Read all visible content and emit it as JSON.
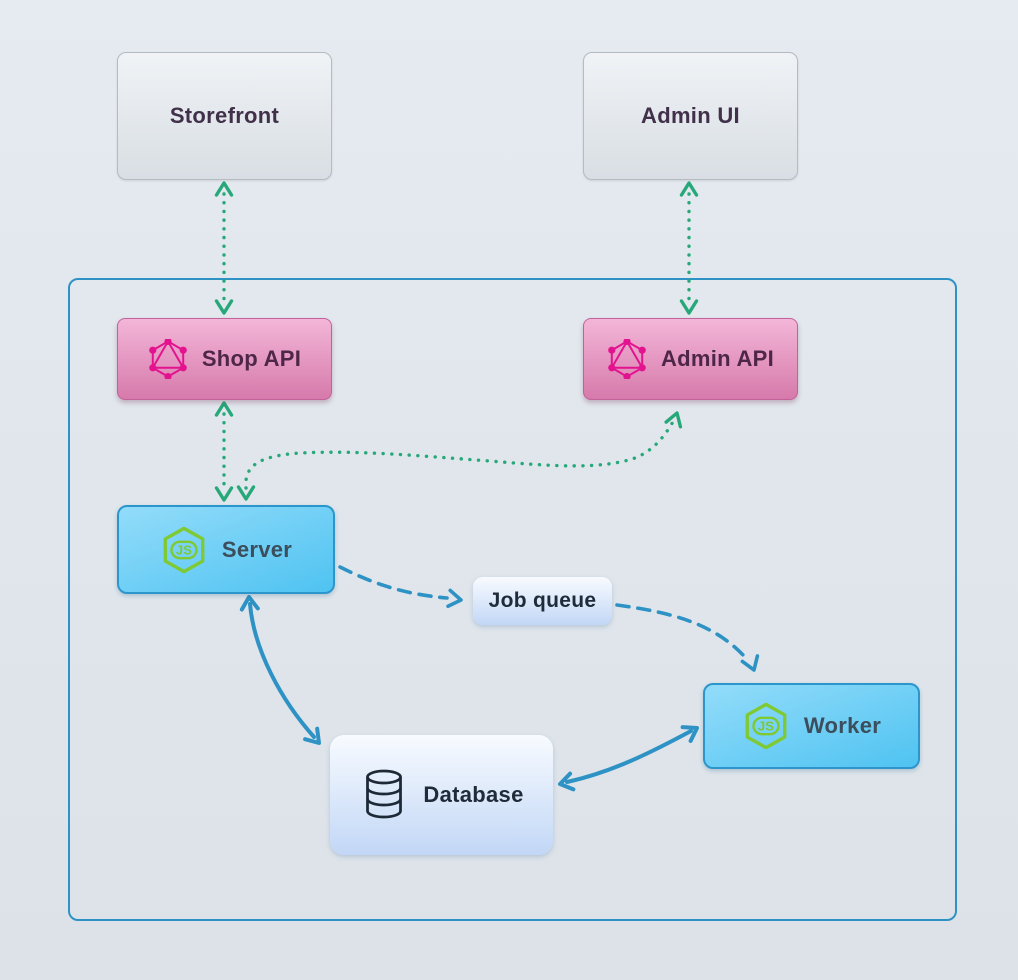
{
  "diagram": {
    "nodes": {
      "storefront": {
        "label": "Storefront"
      },
      "admin_ui": {
        "label": "Admin UI"
      },
      "shop_api": {
        "label": "Shop API",
        "icon": "graphql-icon"
      },
      "admin_api": {
        "label": "Admin API",
        "icon": "graphql-icon"
      },
      "server": {
        "label": "Server",
        "icon": "nodejs-icon"
      },
      "job_queue": {
        "label": "Job queue"
      },
      "worker": {
        "label": "Worker",
        "icon": "nodejs-icon"
      },
      "database": {
        "label": "Database",
        "icon": "database-icon"
      }
    },
    "edges": [
      {
        "from": "storefront",
        "to": "shop_api",
        "style": "dotted",
        "color": "green",
        "bidirectional": true
      },
      {
        "from": "admin_ui",
        "to": "admin_api",
        "style": "dotted",
        "color": "green",
        "bidirectional": true
      },
      {
        "from": "shop_api",
        "to": "server",
        "style": "dotted",
        "color": "green",
        "bidirectional": true
      },
      {
        "from": "server",
        "to": "admin_api",
        "style": "dotted",
        "color": "green",
        "bidirectional": true
      },
      {
        "from": "server",
        "to": "job_queue",
        "style": "dashed",
        "color": "blue",
        "bidirectional": false
      },
      {
        "from": "job_queue",
        "to": "worker",
        "style": "dashed",
        "color": "blue",
        "bidirectional": false
      },
      {
        "from": "server",
        "to": "database",
        "style": "solid",
        "color": "blue",
        "bidirectional": true
      },
      {
        "from": "database",
        "to": "worker",
        "style": "solid",
        "color": "blue",
        "bidirectional": true
      }
    ],
    "colors": {
      "green_arrow": "#27a879",
      "blue_arrow": "#2e93c4",
      "container_border": "#2e93c4",
      "graphql_pink": "#e3138f",
      "nodejs_green": "#7fc933",
      "database_icon_ink": "#1d2936",
      "pink_box_top": "#f3b6d8",
      "pink_box_bottom": "#d67aab",
      "cyan_box_top": "#93dcfa",
      "cyan_box_bottom": "#4fc3f1",
      "light_blue_box_top": "#f8fbff",
      "light_blue_box_bottom": "#c2d7f6",
      "gray_box_top": "#f0f3f6",
      "gray_box_bottom": "#d8dee3"
    }
  }
}
